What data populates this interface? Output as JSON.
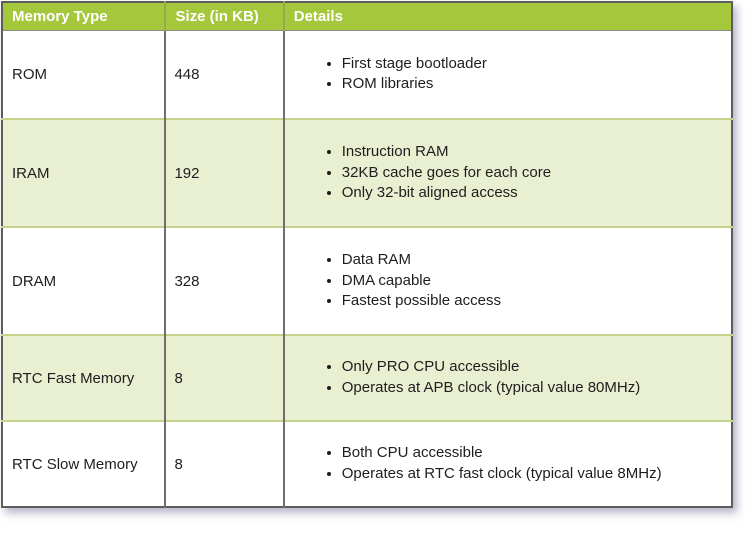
{
  "table": {
    "headers": [
      "Memory Type",
      "Size (in KB)",
      "Details"
    ],
    "rows": [
      {
        "memory_type": "ROM",
        "size_kb": "448",
        "bullets": [
          "First stage bootloader",
          "ROM libraries"
        ]
      },
      {
        "memory_type": "IRAM",
        "size_kb": "192",
        "bullets": [
          "Instruction RAM",
          "32KB cache goes for each core",
          "Only 32-bit aligned access"
        ]
      },
      {
        "memory_type": "DRAM",
        "size_kb": "328",
        "bullets": [
          "Data RAM",
          "DMA capable",
          "Fastest possible access"
        ]
      },
      {
        "memory_type": "RTC Fast Memory",
        "size_kb": "8",
        "bullets": [
          "Only PRO CPU accessible",
          "Operates at APB clock (typical value 80MHz)"
        ]
      },
      {
        "memory_type": "RTC Slow Memory",
        "size_kb": "8",
        "bullets": [
          "Both CPU accessible",
          "Operates at RTC fast clock (typical value 8MHz)"
        ]
      }
    ],
    "colors": {
      "header_bg": "#a5c73c",
      "header_text": "#ffffff",
      "shaded_row_bg": "#e9efd1",
      "row_separator": "#c3d38b",
      "column_divider": "#6e6e6e",
      "outer_border": "#5d5d5d",
      "body_text": "#1e1e1e"
    }
  }
}
